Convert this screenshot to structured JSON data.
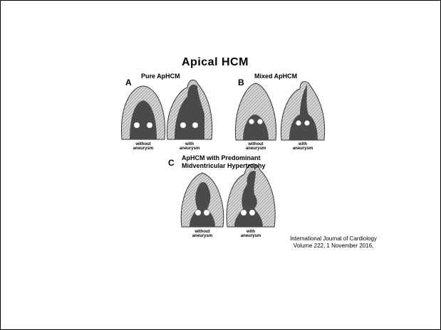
{
  "figure": {
    "title": "Apical HCM",
    "panels": [
      {
        "letter": "A",
        "title": "Pure ApHCM",
        "captions": [
          [
            "without",
            "aneurysm"
          ],
          [
            "with",
            "aneurysm"
          ]
        ]
      },
      {
        "letter": "B",
        "title": "Mixed ApHCM",
        "captions": [
          [
            "without",
            "aneurysm"
          ],
          [
            "with",
            "aneurysm"
          ]
        ]
      },
      {
        "letter": "C",
        "title_lines": [
          "ApHCM with Predominant",
          "Midventricular Hypertrophy"
        ],
        "captions": [
          [
            "without",
            "aneurysm"
          ],
          [
            "with",
            "aneurysm"
          ]
        ]
      }
    ]
  },
  "citation": {
    "line1": "International Journal of Cardiology",
    "line2": "Volume 222, 1 November 2016,"
  }
}
